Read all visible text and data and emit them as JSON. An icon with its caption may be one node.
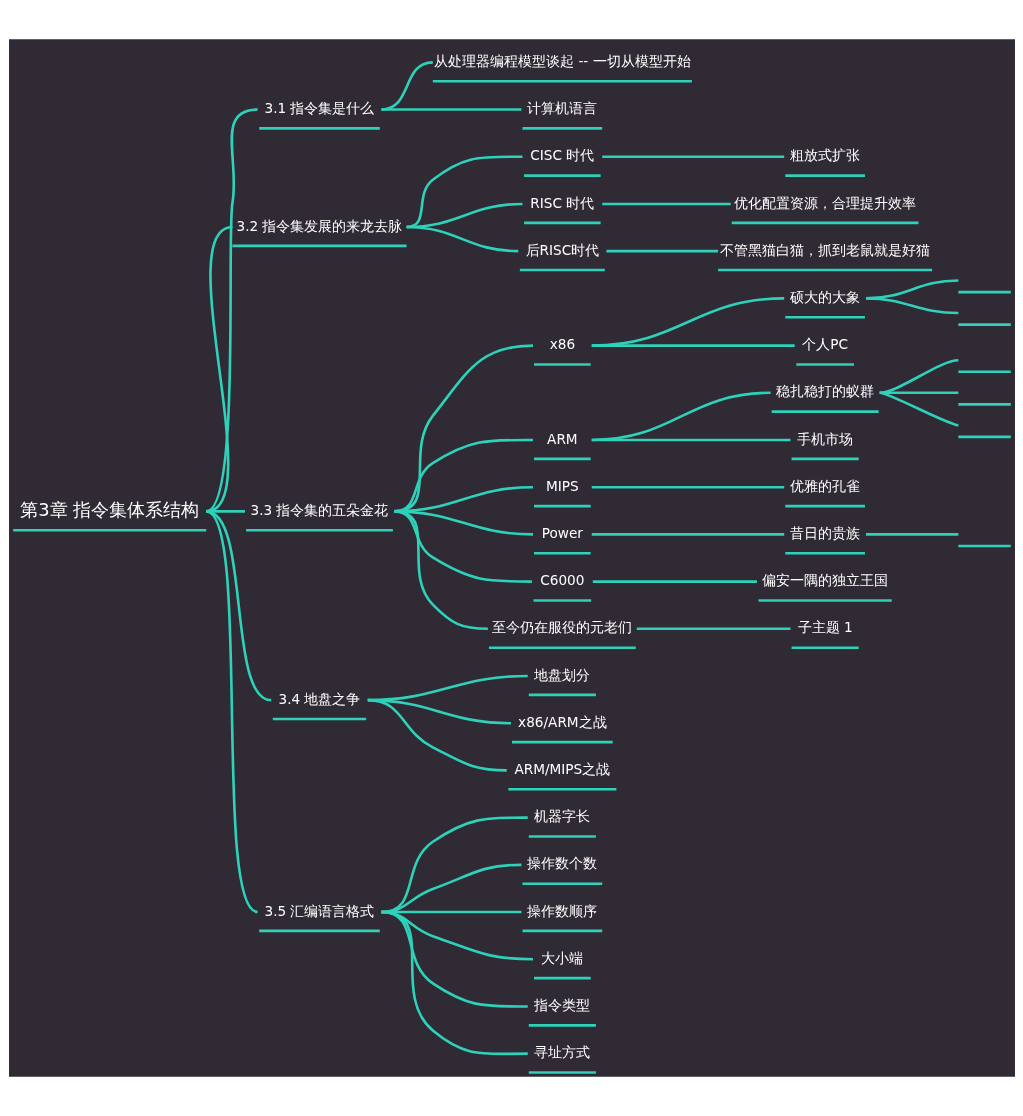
{
  "diagram": {
    "nodes": [
      {
        "text": [
          "第3章 指令集体系结构"
        ]
      },
      {
        "text": [
          "3.1 指令集是什么"
        ]
      },
      {
        "text": [
          "从处理器编程模型谈起 -- 一切从模型开始"
        ]
      },
      {
        "text": [
          "计算机语言"
        ]
      },
      {
        "text": [
          "3.2 指令集发展的来龙去脉"
        ]
      },
      {
        "text": [
          "CISC 时代"
        ]
      },
      {
        "text": [
          "粗放式扩张"
        ]
      },
      {
        "text": [
          "RISC 时代"
        ]
      },
      {
        "text": [
          "优化配置资源，合理提升效率"
        ]
      },
      {
        "text": [
          "后RISC时代"
        ]
      },
      {
        "text": [
          "不管黑猫白猫，抓到老鼠就是好猫"
        ]
      },
      {
        "text": [
          "3.3 指令集的五朵金花"
        ]
      },
      {
        "text": [
          "x86"
        ]
      },
      {
        "text": [
          "硕大的大象"
        ]
      },
      {
        "text": [],
        "shape": "bar"
      },
      {
        "text": [],
        "shape": "bar"
      },
      {
        "text": [
          "个人PC"
        ]
      },
      {
        "text": [
          "ARM"
        ]
      },
      {
        "text": [
          "稳扎稳打的蚁群"
        ]
      },
      {
        "text": [],
        "shape": "bar"
      },
      {
        "text": [],
        "shape": "bar"
      },
      {
        "text": [],
        "shape": "bar"
      },
      {
        "text": [
          "手机市场"
        ]
      },
      {
        "text": [
          "MIPS"
        ]
      },
      {
        "text": [
          "优雅的孔雀"
        ]
      },
      {
        "text": [
          "Power"
        ]
      },
      {
        "text": [
          "昔日的贵族"
        ]
      },
      {
        "text": [],
        "shape": "bar"
      },
      {
        "text": [
          "C6000"
        ]
      },
      {
        "text": [
          "偏安一隅的独立王国"
        ]
      },
      {
        "text": [
          "至今仍在服役的元老们"
        ]
      },
      {
        "text": [
          "子主题 1"
        ]
      },
      {
        "text": [
          "3.4 地盘之争"
        ]
      },
      {
        "text": [
          "地盘划分"
        ]
      },
      {
        "text": [
          "x86/ARM之战"
        ]
      },
      {
        "text": [
          "ARM/MIPS之战"
        ]
      },
      {
        "text": [
          "3.5 汇编语言格式"
        ]
      },
      {
        "text": [
          "机器字长"
        ]
      },
      {
        "text": [
          "操作数个数"
        ]
      },
      {
        "text": [
          "操作数顺序"
        ]
      },
      {
        "text": [
          "大小端"
        ]
      },
      {
        "text": [
          "指令类型"
        ]
      },
      {
        "text": [
          "寻址方式"
        ]
      }
    ],
    "edges": [
      {
        "from": 0,
        "to": 1,
        "arrow": "none"
      },
      {
        "from": 1,
        "to": 2,
        "arrow": "none"
      },
      {
        "from": 1,
        "to": 3,
        "arrow": "none"
      },
      {
        "from": 0,
        "to": 4,
        "arrow": "none"
      },
      {
        "from": 4,
        "to": 5,
        "arrow": "none"
      },
      {
        "from": 5,
        "to": 6,
        "arrow": "none"
      },
      {
        "from": 4,
        "to": 7,
        "arrow": "none"
      },
      {
        "from": 7,
        "to": 8,
        "arrow": "none"
      },
      {
        "from": 4,
        "to": 9,
        "arrow": "none"
      },
      {
        "from": 9,
        "to": 10,
        "arrow": "none"
      },
      {
        "from": 0,
        "to": 11,
        "arrow": "none"
      },
      {
        "from": 11,
        "to": 12,
        "arrow": "none"
      },
      {
        "from": 12,
        "to": 13,
        "arrow": "none"
      },
      {
        "from": 13,
        "to": 14,
        "arrow": "none"
      },
      {
        "from": 13,
        "to": 15,
        "arrow": "none"
      },
      {
        "from": 12,
        "to": 16,
        "arrow": "none"
      },
      {
        "from": 11,
        "to": 17,
        "arrow": "none"
      },
      {
        "from": 17,
        "to": 18,
        "arrow": "none"
      },
      {
        "from": 18,
        "to": 19,
        "arrow": "none"
      },
      {
        "from": 18,
        "to": 20,
        "arrow": "none"
      },
      {
        "from": 18,
        "to": 21,
        "arrow": "none"
      },
      {
        "from": 17,
        "to": 22,
        "arrow": "none"
      },
      {
        "from": 11,
        "to": 23,
        "arrow": "none"
      },
      {
        "from": 23,
        "to": 24,
        "arrow": "none"
      },
      {
        "from": 11,
        "to": 25,
        "arrow": "none"
      },
      {
        "from": 25,
        "to": 26,
        "arrow": "none"
      },
      {
        "from": 26,
        "to": 27,
        "arrow": "none"
      },
      {
        "from": 11,
        "to": 28,
        "arrow": "none"
      },
      {
        "from": 28,
        "to": 29,
        "arrow": "none"
      },
      {
        "from": 11,
        "to": 30,
        "arrow": "none"
      },
      {
        "from": 30,
        "to": 31,
        "arrow": "none"
      },
      {
        "from": 0,
        "to": 32,
        "arrow": "none"
      },
      {
        "from": 32,
        "to": 33,
        "arrow": "none"
      },
      {
        "from": 32,
        "to": 34,
        "arrow": "none"
      },
      {
        "from": 32,
        "to": 35,
        "arrow": "none"
      },
      {
        "from": 0,
        "to": 36,
        "arrow": "none"
      },
      {
        "from": 36,
        "to": 37,
        "arrow": "none"
      },
      {
        "from": 36,
        "to": 38,
        "arrow": "none"
      },
      {
        "from": 36,
        "to": 39,
        "arrow": "none"
      },
      {
        "from": 36,
        "to": 40,
        "arrow": "none"
      },
      {
        "from": 36,
        "to": 41,
        "arrow": "none"
      },
      {
        "from": 36,
        "to": 42,
        "arrow": "none"
      }
    ]
  }
}
